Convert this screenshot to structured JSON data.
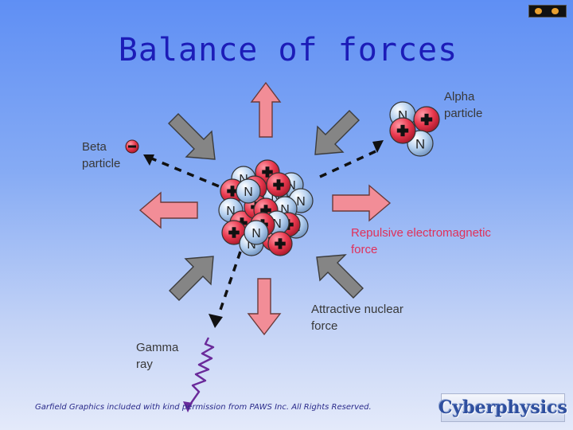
{
  "slide": {
    "title": "Balance of forces",
    "footer_credit": "Garfield Graphics included with kind permission from PAWS Inc. All Rights Reserved.",
    "brand_name": "Cyberphysics"
  },
  "diagram": {
    "labels": {
      "alpha_line1": "Alpha",
      "alpha_line2": "particle",
      "beta_line1": "Beta",
      "beta_line2": "particle",
      "repulsive_line1": "Repulsive electromagnetic",
      "repulsive_line2": "force",
      "attractive_line1": "Attractive nuclear",
      "attractive_line2": "force",
      "gamma_line1": "Gamma",
      "gamma_line2": "ray"
    },
    "neutron_symbol": "N",
    "beta_charge_symbol": "−",
    "colors": {
      "proton": "#e8384e",
      "neutron": "#a9c8ee",
      "repulsive_arrow": "#f28d97",
      "attractive_arrow": "#858585",
      "gamma_wave": "#6a2a9a",
      "label_red": "#e0305a"
    }
  }
}
